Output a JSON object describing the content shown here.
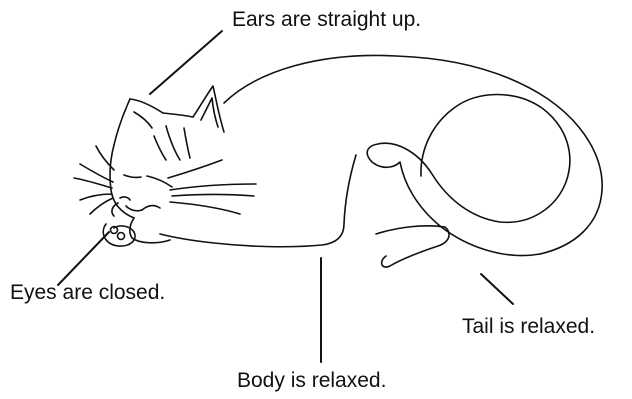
{
  "labels": {
    "ears": "Ears are straight up.",
    "eyes": "Eyes are closed.",
    "tail": "Tail is relaxed.",
    "body": "Body is relaxed."
  },
  "colors": {
    "ink": "#111111",
    "background": "#ffffff"
  }
}
